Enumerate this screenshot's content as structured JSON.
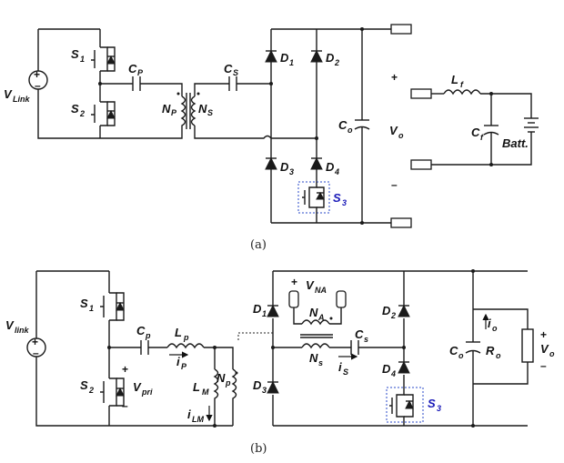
{
  "captions": {
    "a": "(a)",
    "b": "(b)"
  },
  "fig_a": {
    "source": "V",
    "source_sub": "Link",
    "s1": "S",
    "s1_sub": "1",
    "s2": "S",
    "s2_sub": "2",
    "cp": "C",
    "cp_sub": "P",
    "cs": "C",
    "cs_sub": "S",
    "np": "N",
    "np_sub": "P",
    "ns": "N",
    "ns_sub": "S",
    "d1": "D",
    "d1_sub": "1",
    "d2": "D",
    "d2_sub": "2",
    "d3": "D",
    "d3_sub": "3",
    "d4": "D",
    "d4_sub": "4",
    "s3": "S",
    "s3_sub": "3",
    "co": "C",
    "co_sub": "o",
    "vo": "V",
    "vo_sub": "o",
    "plus": "+",
    "minus": "–",
    "lf": "L",
    "lf_sub": "f",
    "cf": "C",
    "cf_sub": "f",
    "batt": "Batt."
  },
  "fig_b": {
    "source": "V",
    "source_sub": "link",
    "s1": "S",
    "s1_sub": "1",
    "s2": "S",
    "s2_sub": "2",
    "vpri": "V",
    "vpri_sub": "pri",
    "cp": "C",
    "cp_sub": "p",
    "lp": "L",
    "lp_sub": "p",
    "ip": "i",
    "ip_sub": "P",
    "lm": "L",
    "lm_sub": "M",
    "ilm": "i",
    "ilm_sub": "LM",
    "np": "N",
    "np_sub": "p",
    "vna": "V",
    "vna_sub": "NA",
    "na": "N",
    "na_sub": "A",
    "ns": "N",
    "ns_sub": "s",
    "cs": "C",
    "cs_sub": "s",
    "is": "i",
    "is_sub": "S",
    "d1": "D",
    "d1_sub": "1",
    "d2": "D",
    "d2_sub": "2",
    "d3": "D",
    "d3_sub": "3",
    "d4": "D",
    "d4_sub": "4",
    "s3": "S",
    "s3_sub": "3",
    "io": "i",
    "io_sub": "o",
    "co": "C",
    "co_sub": "o",
    "ro": "R",
    "ro_sub": "o",
    "vo": "V",
    "vo_sub": "o",
    "plus": "+",
    "minus": "–"
  }
}
